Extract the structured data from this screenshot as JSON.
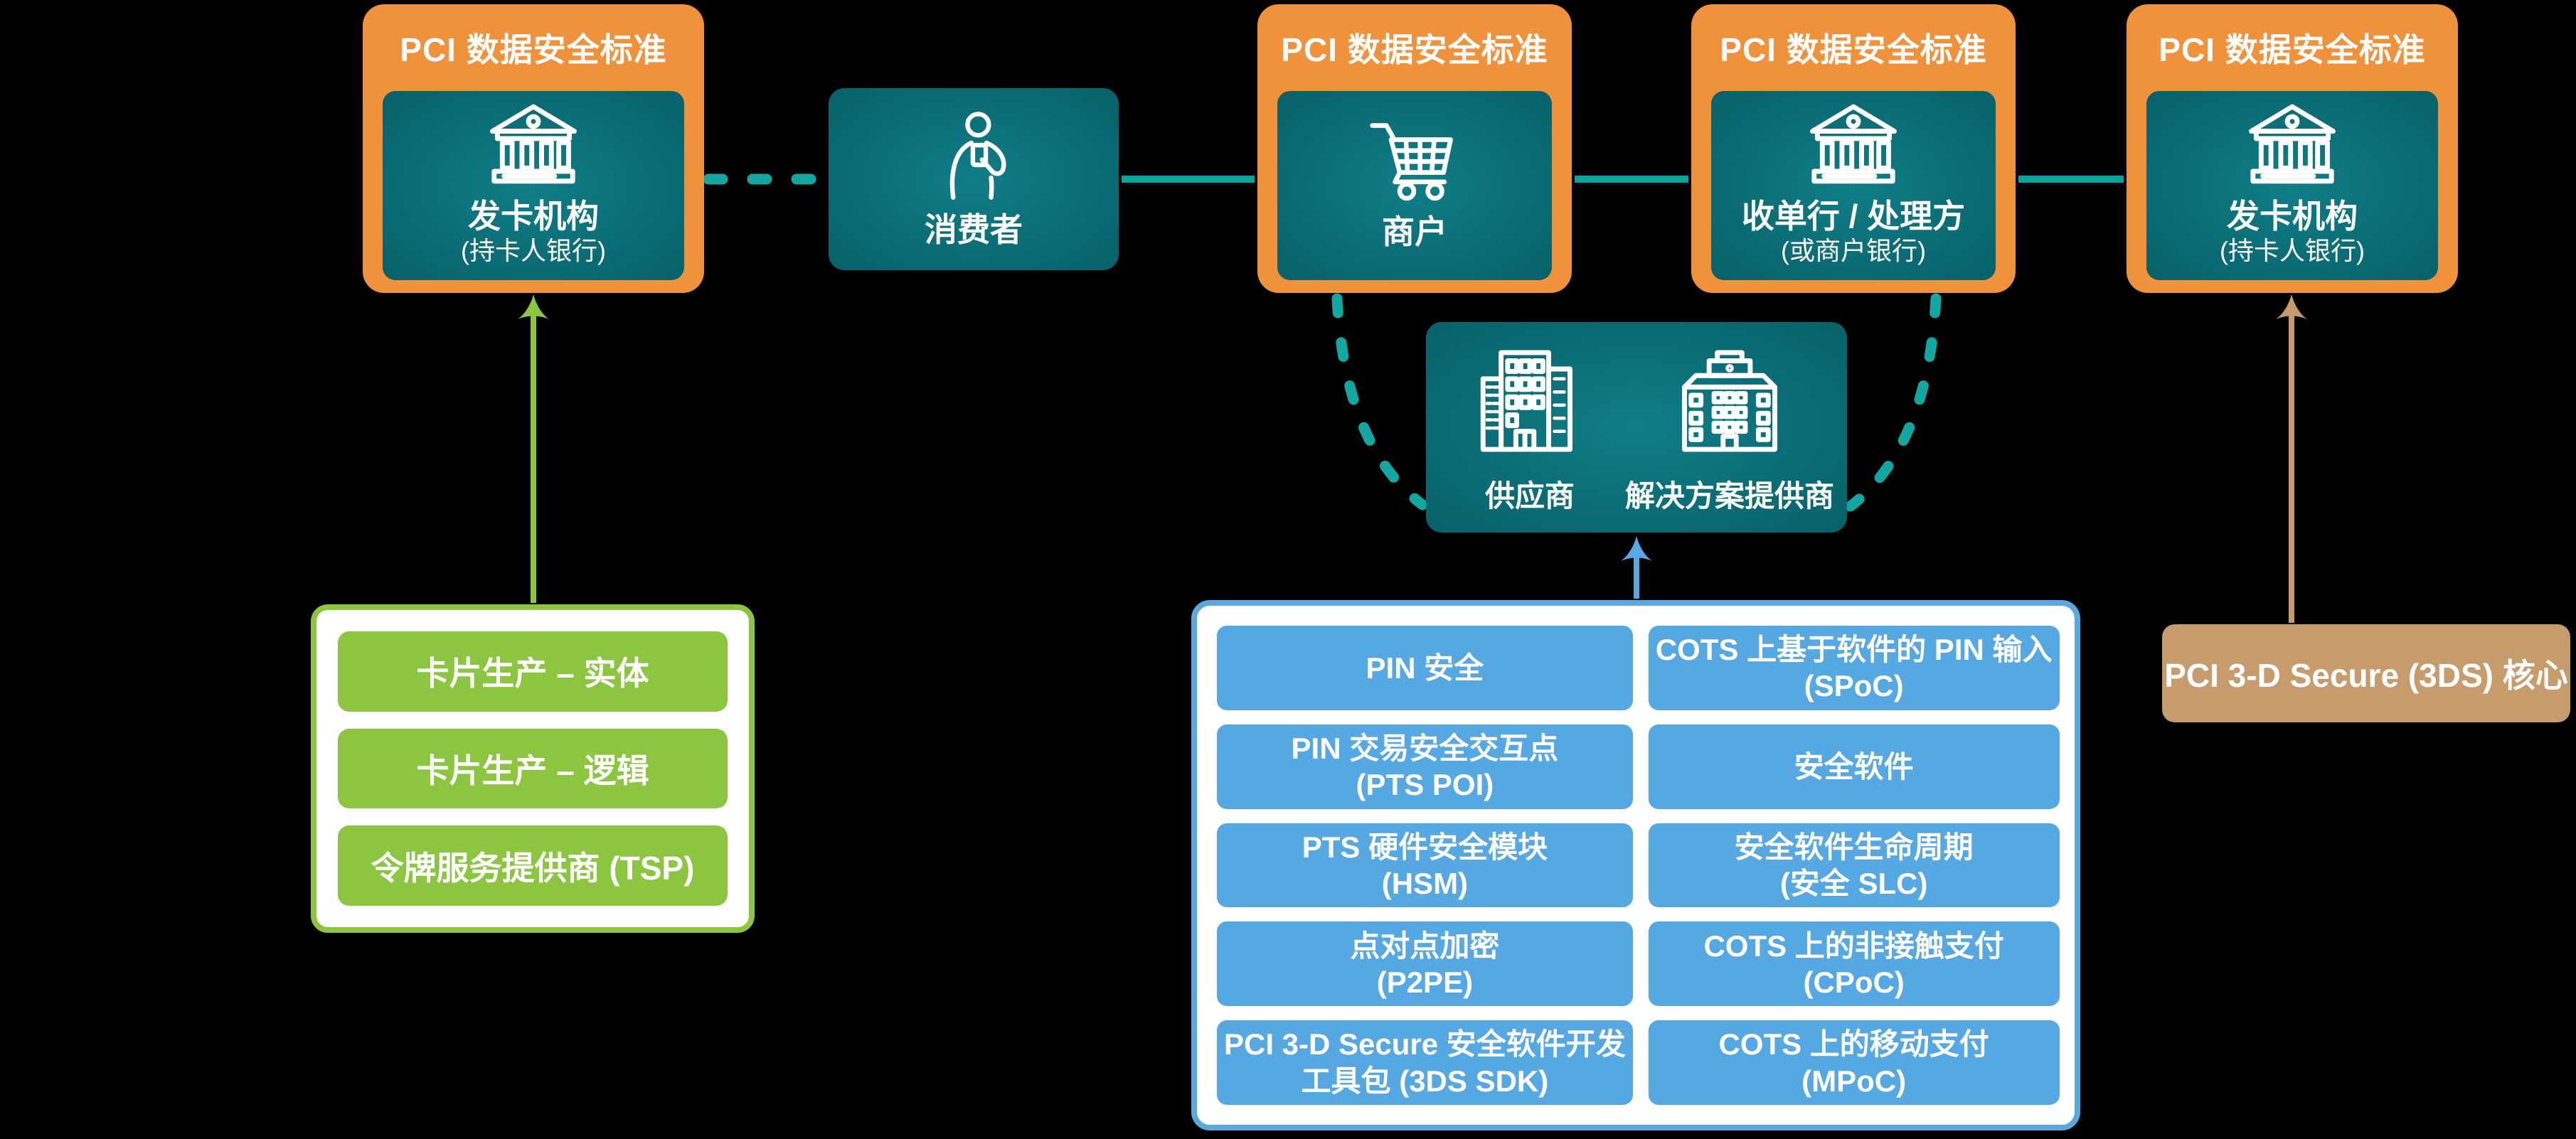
{
  "palette": {
    "background": "#000000",
    "pci_orange": "#F0923C",
    "teal_panel_center": "#107E87",
    "teal_panel_edge": "#07616A",
    "connector_teal": "#05A7A0",
    "dashed_teal": "#12A7A1",
    "green": "#8CC63F",
    "blue": "#58A9E2",
    "tan": "#C69C6D",
    "text_white": "#FFFFFF"
  },
  "pci_standard_label": "PCI 数据安全标准",
  "nodes": {
    "issuer_left": {
      "title": "发卡机构",
      "subtitle": "(持卡人银行)"
    },
    "consumer": {
      "title": "消费者"
    },
    "merchant": {
      "title": "商户"
    },
    "acquirer": {
      "title": "收单行 / 处理方",
      "subtitle": "(或商户银行)"
    },
    "issuer_right": {
      "title": "发卡机构",
      "subtitle": "(持卡人银行)"
    },
    "providers": {
      "vendor": "供应商",
      "solution_provider": "解决方案提供商"
    }
  },
  "issuer_standards": [
    "卡片生产 – 实体",
    "卡片生产 – 逻辑",
    "令牌服务提供商 (TSP)"
  ],
  "provider_standards": {
    "left": [
      [
        "PIN 安全"
      ],
      [
        "PIN 交易安全交互点",
        "(PTS POI)"
      ],
      [
        "PTS 硬件安全模块",
        "(HSM)"
      ],
      [
        "点对点加密",
        "(P2PE)"
      ],
      [
        "PCI 3-D Secure 安全软件开发",
        "工具包 (3DS SDK)"
      ]
    ],
    "right": [
      [
        "COTS 上基于软件的 PIN 输入",
        "(SPoC)"
      ],
      [
        "安全软件"
      ],
      [
        "安全软件生命周期",
        "(安全 SLC)"
      ],
      [
        "COTS 上的非接触支付",
        "(CPoC)"
      ],
      [
        "COTS 上的移动支付",
        "(MPoC)"
      ]
    ]
  },
  "threeds_core_label": "PCI 3-D Secure (3DS) 核心"
}
